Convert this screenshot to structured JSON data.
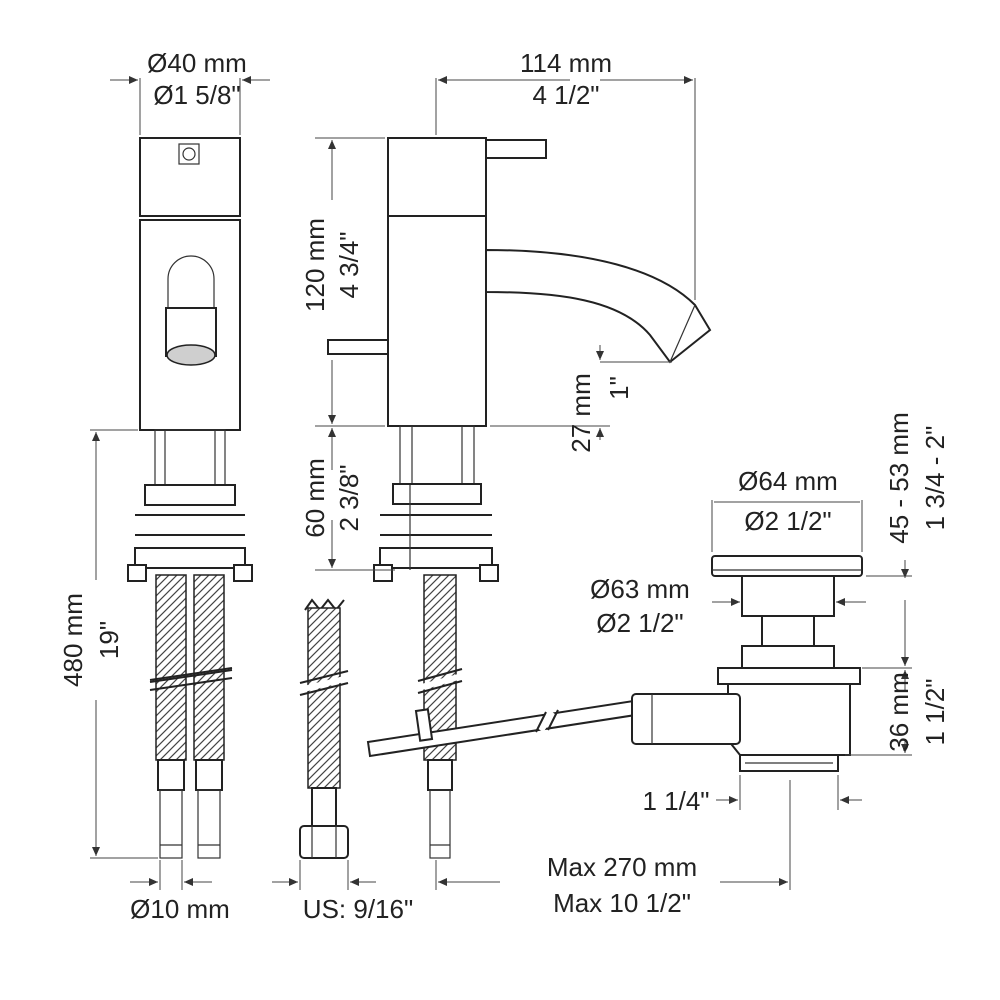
{
  "labels": {
    "top_diameter_mm": "Ø40 mm",
    "top_diameter_in": "Ø1 5/8\"",
    "reach_mm": "114 mm",
    "reach_in": "4 1/2\"",
    "height_mm": "120 mm",
    "height_in": "4 3/4\"",
    "spout_mm": "27 mm",
    "spout_in": "1\"",
    "base_mm": "60 mm",
    "base_in": "2 3/8\"",
    "hose_mm": "480 mm",
    "hose_in": "19\"",
    "waste_top_mm": "Ø64 mm",
    "waste_top_in": "Ø2 1/2\"",
    "waste_body_mm": "Ø63 mm",
    "waste_body_in": "Ø2 1/2\"",
    "waste_range_mm": "45 - 53 mm",
    "waste_range_in": "1 3/4 - 2\"",
    "waste_lower_mm": "36 mm",
    "waste_lower_in": "1 1/2\"",
    "outlet_in": "1 1/4\"",
    "rod_max_mm": "Max 270 mm",
    "rod_max_in": "Max 10 1/2\"",
    "pipe_diameter": "Ø10 mm",
    "thread_us": "US: 9/16\""
  }
}
